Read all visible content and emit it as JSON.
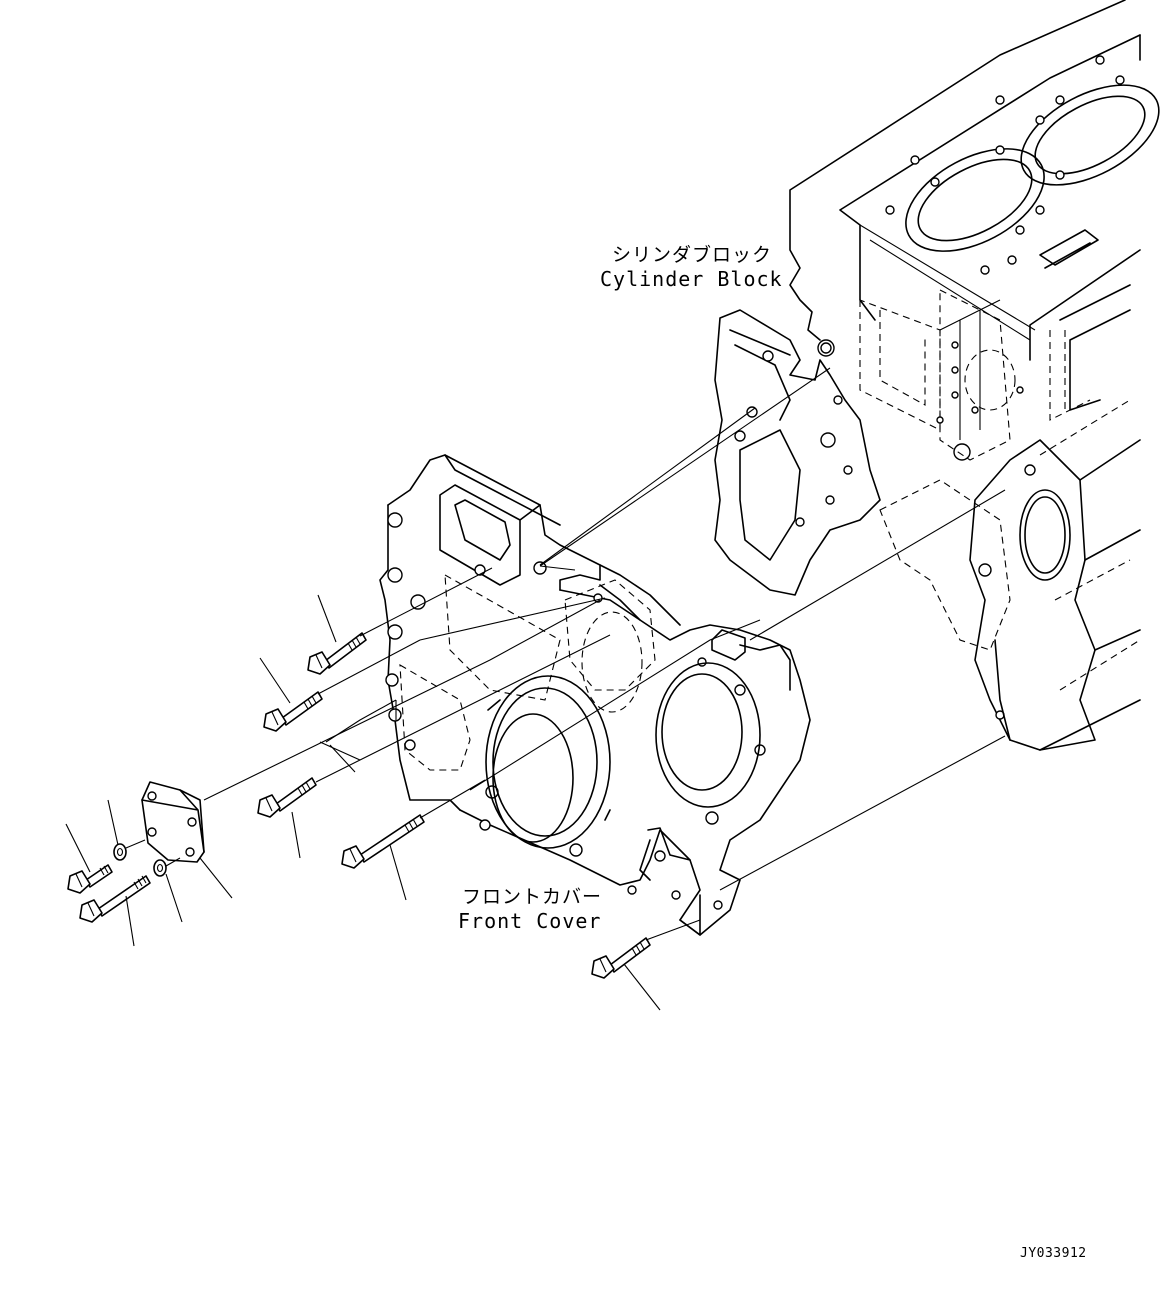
{
  "labels": {
    "cylinder_block_jp": "シリンダブロック",
    "cylinder_block_en": "Cylinder Block",
    "front_cover_jp": "フロントカバー",
    "front_cover_en": "Front Cover"
  },
  "drawing_code": "JY033912",
  "colors": {
    "line": "#000000",
    "background": "#ffffff"
  }
}
